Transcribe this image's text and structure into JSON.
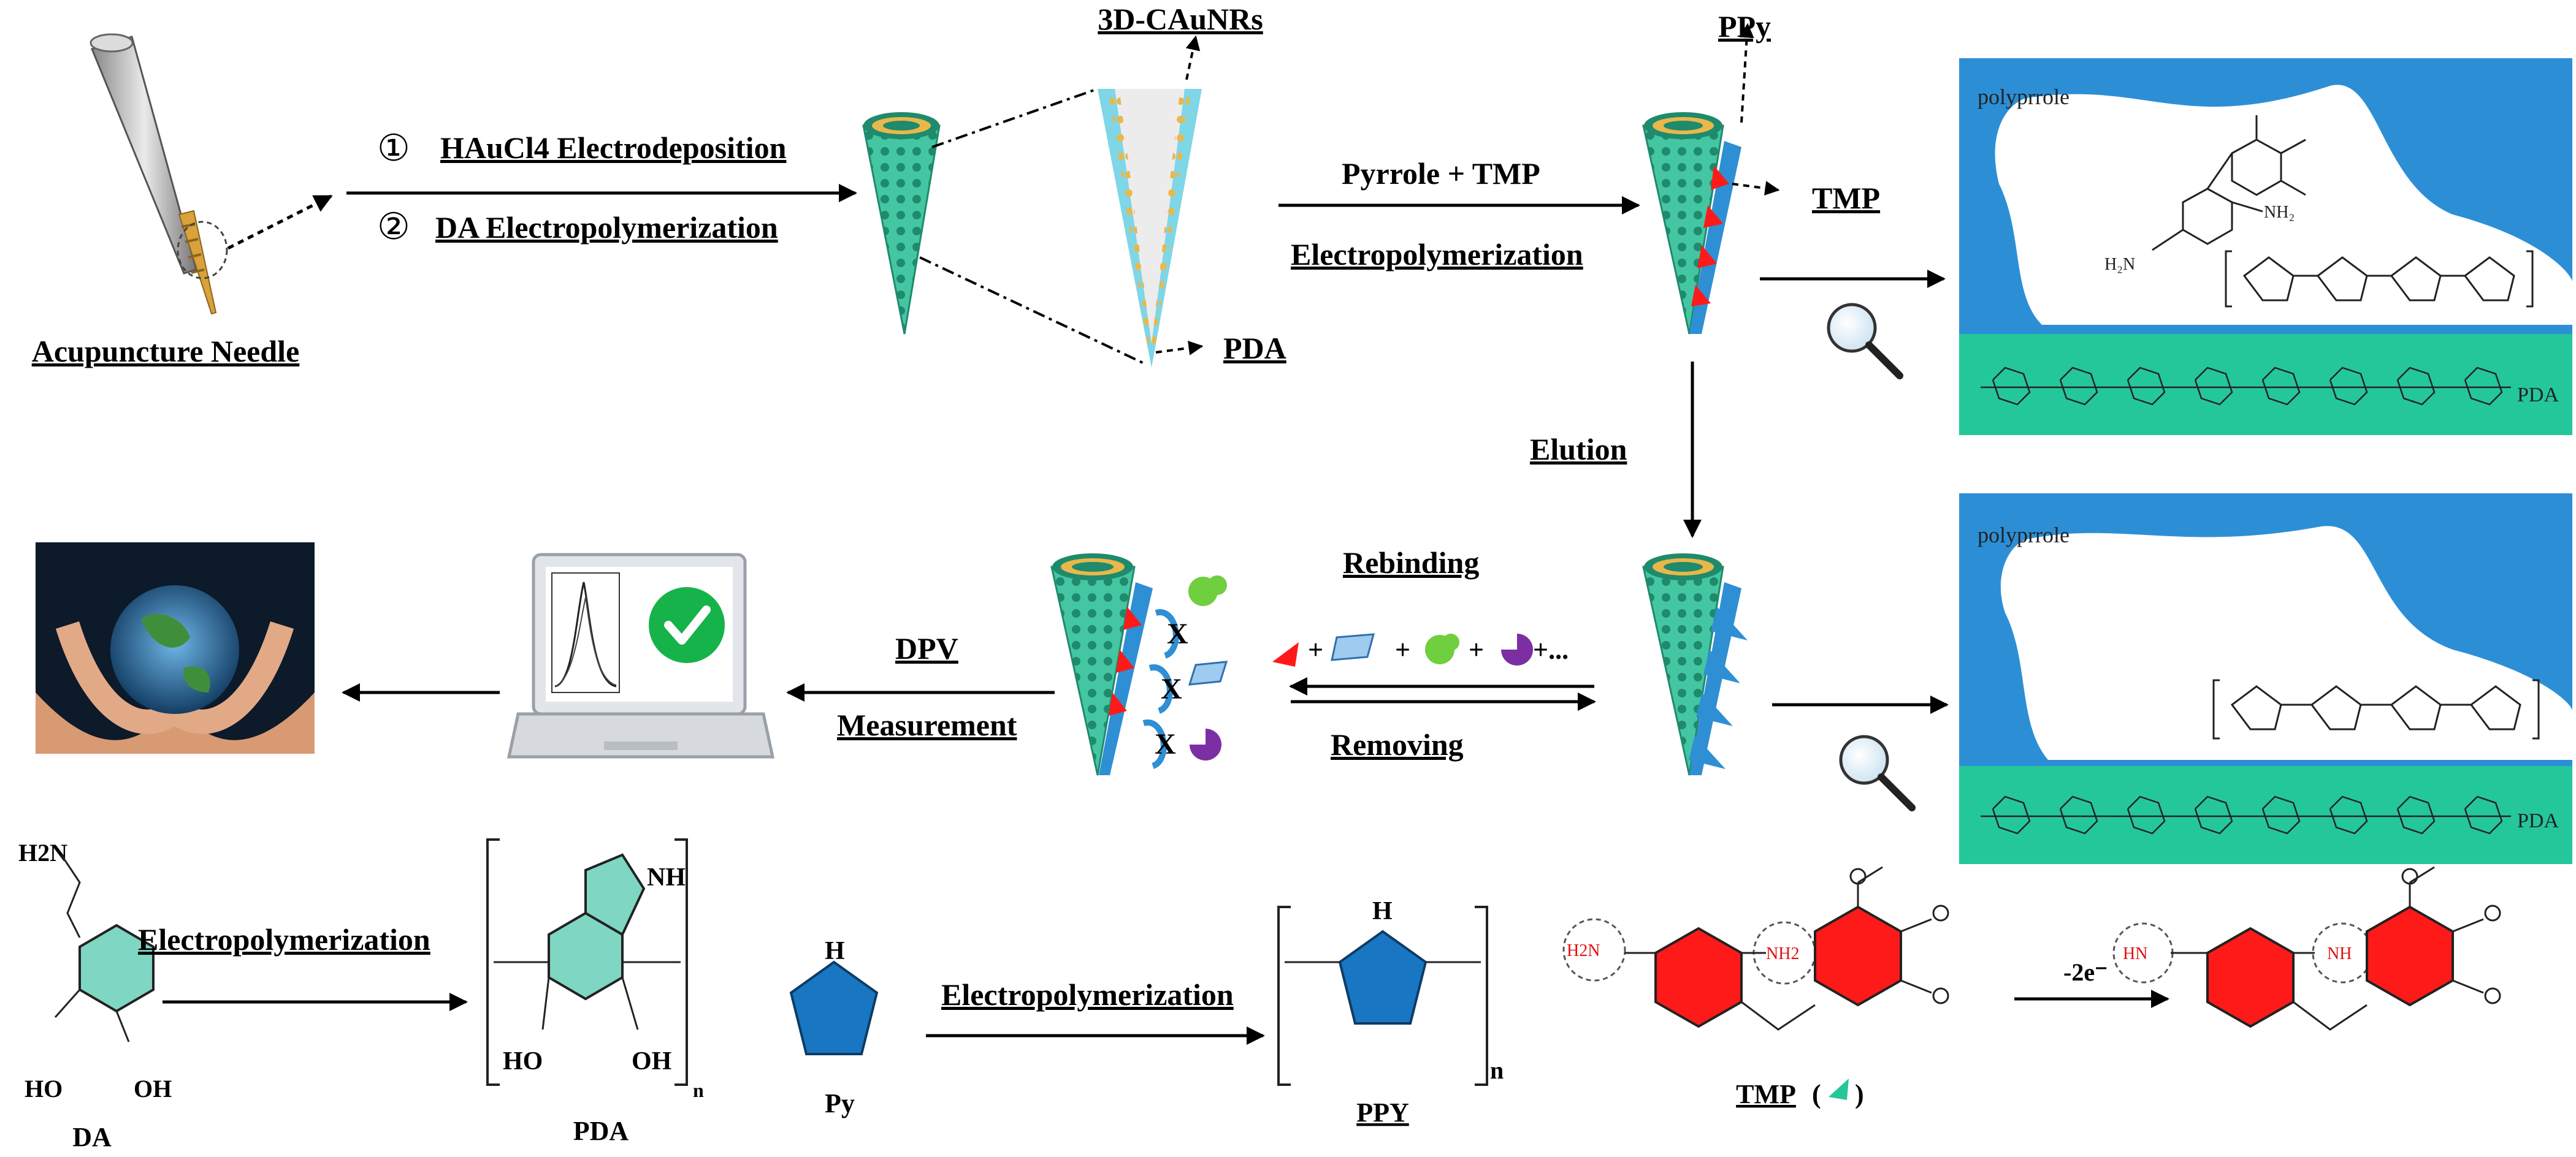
{
  "labels": {
    "needle": "Acupuncture Needle",
    "step1_num": "①",
    "step1": "HAuCl4 Electrodeposition",
    "step2_num": "②",
    "step2": "DA Electropolymerization",
    "cauNRs": "3D-CAuNRs",
    "pda": "PDA",
    "pyrrole_tmp": "Pyrrole + TMP",
    "electropoly": "Electropolymerization",
    "ppy": "PPy",
    "tmp": "TMP",
    "elution": "Elution",
    "rebinding": "Rebinding",
    "removing": "Removing",
    "dpv": "DPV",
    "measurement": "Measurement",
    "plus_more": "+...",
    "polypyrrole": "polyprrole",
    "pda_layer": "PDA"
  },
  "bottom": {
    "da": "DA",
    "pda": "PDA",
    "py": "Py",
    "ppy": "PPY",
    "tmp": "TMP",
    "electro1": "Electropolymerization",
    "electro2": "Electropolymerization",
    "minus_2e": "-2e⁻",
    "h2n_da": "H2N",
    "nh": "NH",
    "ho": "HO",
    "oh": "OH",
    "h": "H",
    "n_sub": "n",
    "h2n_tmp": "H2N",
    "nh2_tmp": "NH2",
    "hn_ox": "HN",
    "nh_ox": "NH"
  },
  "colors": {
    "teal": "#44c6a3",
    "teal_dark": "#1f8a6c",
    "gold": "#e8b84a",
    "blue": "#2f8fd4",
    "polymer_blue": "#2c8fd6",
    "pda_green": "#24c79a",
    "tmp_red": "#ff1a1a",
    "ring_teal": "#7fd6c2",
    "ppy_blue": "#1976c2"
  },
  "icons": [
    "magnifier-icon",
    "laptop-icon",
    "check-icon",
    "earth-hands-image"
  ]
}
